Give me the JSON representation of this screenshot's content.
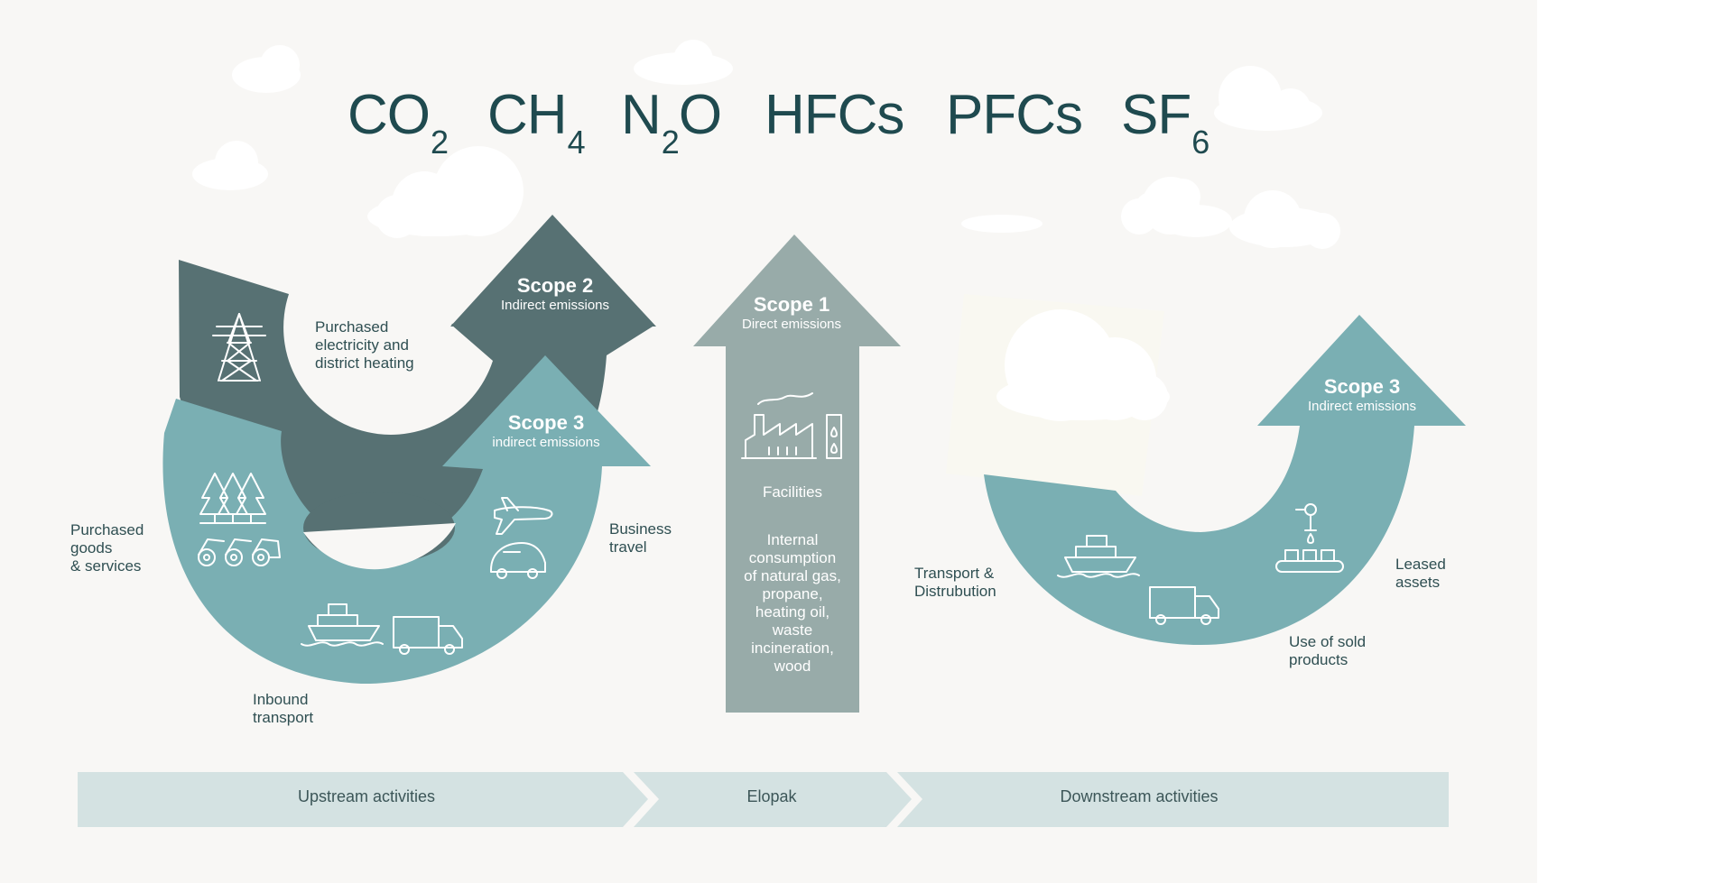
{
  "gases": [
    {
      "base": "CO",
      "sub": "2",
      "tail": ""
    },
    {
      "base": "CH",
      "sub": "4",
      "tail": ""
    },
    {
      "base": "N",
      "sub": "2",
      "tail": "O"
    },
    {
      "base": "HFCs",
      "sub": "",
      "tail": ""
    },
    {
      "base": "PFCs",
      "sub": "",
      "tail": ""
    },
    {
      "base": "SF",
      "sub": "6",
      "tail": ""
    }
  ],
  "scope2": {
    "title": "Scope 2",
    "subtitle": "Indirect emissions",
    "activity": [
      "Purchased",
      "electricity and",
      "district heating"
    ]
  },
  "scope3_upstream": {
    "title": "Scope 3",
    "subtitle": "indirect emissions",
    "activities": {
      "purchased": [
        "Purchased",
        "goods",
        "& services"
      ],
      "inbound": [
        "Inbound",
        "transport"
      ],
      "travel": [
        "Business",
        "travel"
      ]
    }
  },
  "scope1": {
    "title": "Scope 1",
    "subtitle": "Direct emissions",
    "facilities": "Facilities",
    "consumption": [
      "Internal",
      "consumption",
      "of natural gas,",
      "propane,",
      "heating oil,",
      "waste",
      "incineration,",
      "wood"
    ]
  },
  "scope3_downstream": {
    "title": "Scope 3",
    "subtitle": "Indirect emissions",
    "activities": {
      "transport": [
        "Transport &",
        "Distrubution"
      ],
      "leased": [
        "Leased",
        "assets"
      ],
      "sold": [
        "Use of sold",
        "products"
      ]
    }
  },
  "flow": {
    "upstream": "Upstream activities",
    "elopak": "Elopak",
    "downstream": "Downstream activities"
  },
  "colors": {
    "background": "#f8f7f5",
    "scope2": "#577173",
    "scope3": "#7aafb3",
    "scope1": "#98aba9",
    "flow": "#d4e2e2",
    "title": "#1f4a4f",
    "cloud": "#ffffff"
  },
  "icons": [
    "power-tower-icon",
    "trees-icon",
    "logs-icon",
    "airplane-icon",
    "car-icon",
    "ship-icon",
    "truck-icon",
    "factory-icon",
    "fuel-tank-icon",
    "robot-arm-icon"
  ]
}
